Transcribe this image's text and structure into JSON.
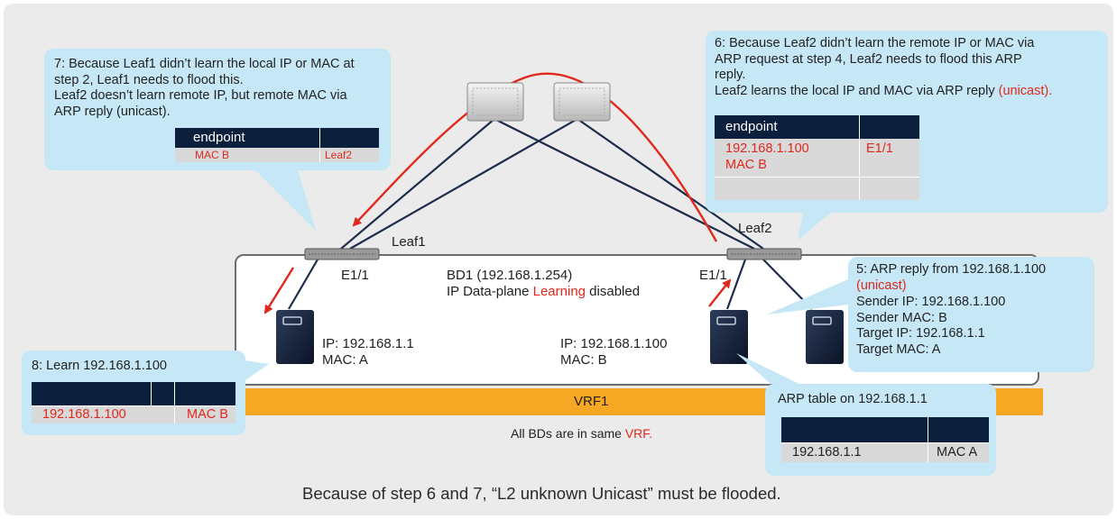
{
  "callout7": {
    "text": "7: Because Leaf1 didn’t learn the local IP or MAC at\nstep 2, Leaf1 needs to flood this.\nLeaf2 doesn’t learn remote IP, but remote MAC via\nARP reply (unicast).",
    "table_header": "endpoint",
    "row": [
      "MAC B",
      "Leaf2"
    ]
  },
  "callout6": {
    "text_main": "6: Because Leaf2 didn’t learn the remote IP or MAC via\nARP request at step 4, Leaf2 needs to flood this ARP\nreply.\nLeaf2 learns the local IP and MAC via ARP reply ",
    "text_red": "(unicast).",
    "table_header": "endpoint",
    "row_ip": "192.168.1.100",
    "row_mac": "MAC B",
    "row_port": "E1/1"
  },
  "callout5": {
    "line1": "5: ARP reply from 192.168.1.100",
    "line2": "(unicast)",
    "rest": "Sender IP: 192.168.1.100\nSender MAC: B\nTarget IP: 192.168.1.1\nTarget MAC: A"
  },
  "callout8": {
    "title": "8: Learn 192.168.1.100",
    "row": [
      "192.168.1.100",
      "MAC B"
    ]
  },
  "arp_table": {
    "title": "ARP table on 192.168.1.1",
    "row": [
      "192.168.1.1",
      "MAC A"
    ]
  },
  "fabric": {
    "leaf1": "Leaf1",
    "leaf2": "Leaf2",
    "port1": "E1/1",
    "port2": "E1/1",
    "bd": "BD1 (192.168.1.254)",
    "learning_pre": "IP Data-plane ",
    "learning_red": "Learning",
    "learning_post": " disabled",
    "host1_ip": "IP: 192.168.1.1",
    "host1_mac": "MAC: A",
    "host2_ip": "IP: 192.168.1.100",
    "host2_mac": "MAC: B",
    "vrf": "VRF1",
    "vrf_note_pre": "All BDs are in same ",
    "vrf_note_red": "VRF."
  },
  "footer": "Because of step 6 and 7, “L2 unknown Unicast” must be flooded.",
  "colors": {
    "callout": "#c6e8f6",
    "table_header": "#0c1f3d",
    "accent_red": "#e0281c",
    "vrf_bar": "#f6a724",
    "link": "#1d2c4d"
  }
}
